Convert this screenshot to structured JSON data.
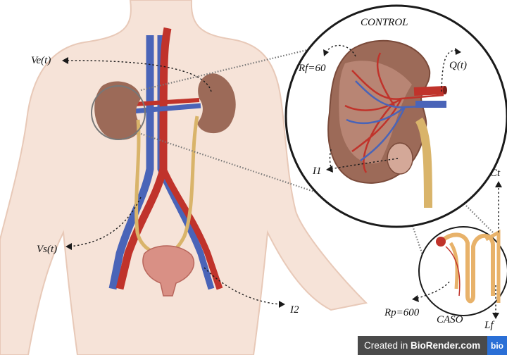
{
  "labels": {
    "control": "CONTROL",
    "caso": "CASO",
    "ve": "Ve(t)",
    "rf": "Rf=60",
    "q": "Q(t)",
    "i1": "I1",
    "ct": "Ct",
    "vs": "Vs(t)",
    "i2": "I2",
    "rp": "Rp=600",
    "lf": "Lf"
  },
  "badge": {
    "prefix": "Created in ",
    "brand": "BioRender.com",
    "logo": "bio"
  },
  "colors": {
    "skin": "#f6e3d8",
    "skin_outline": "#e8c9b8",
    "kidney": "#9c6a58",
    "artery": "#c0332b",
    "vein": "#4a64b8",
    "ureter": "#d9b46a",
    "bladder": "#d99085",
    "badge_bg": "#4a4a4a",
    "badge_logo": "#2a6fd6"
  },
  "icons": [
    "human-torso-icon",
    "kidney-icon",
    "nephron-icon",
    "bladder-icon"
  ]
}
